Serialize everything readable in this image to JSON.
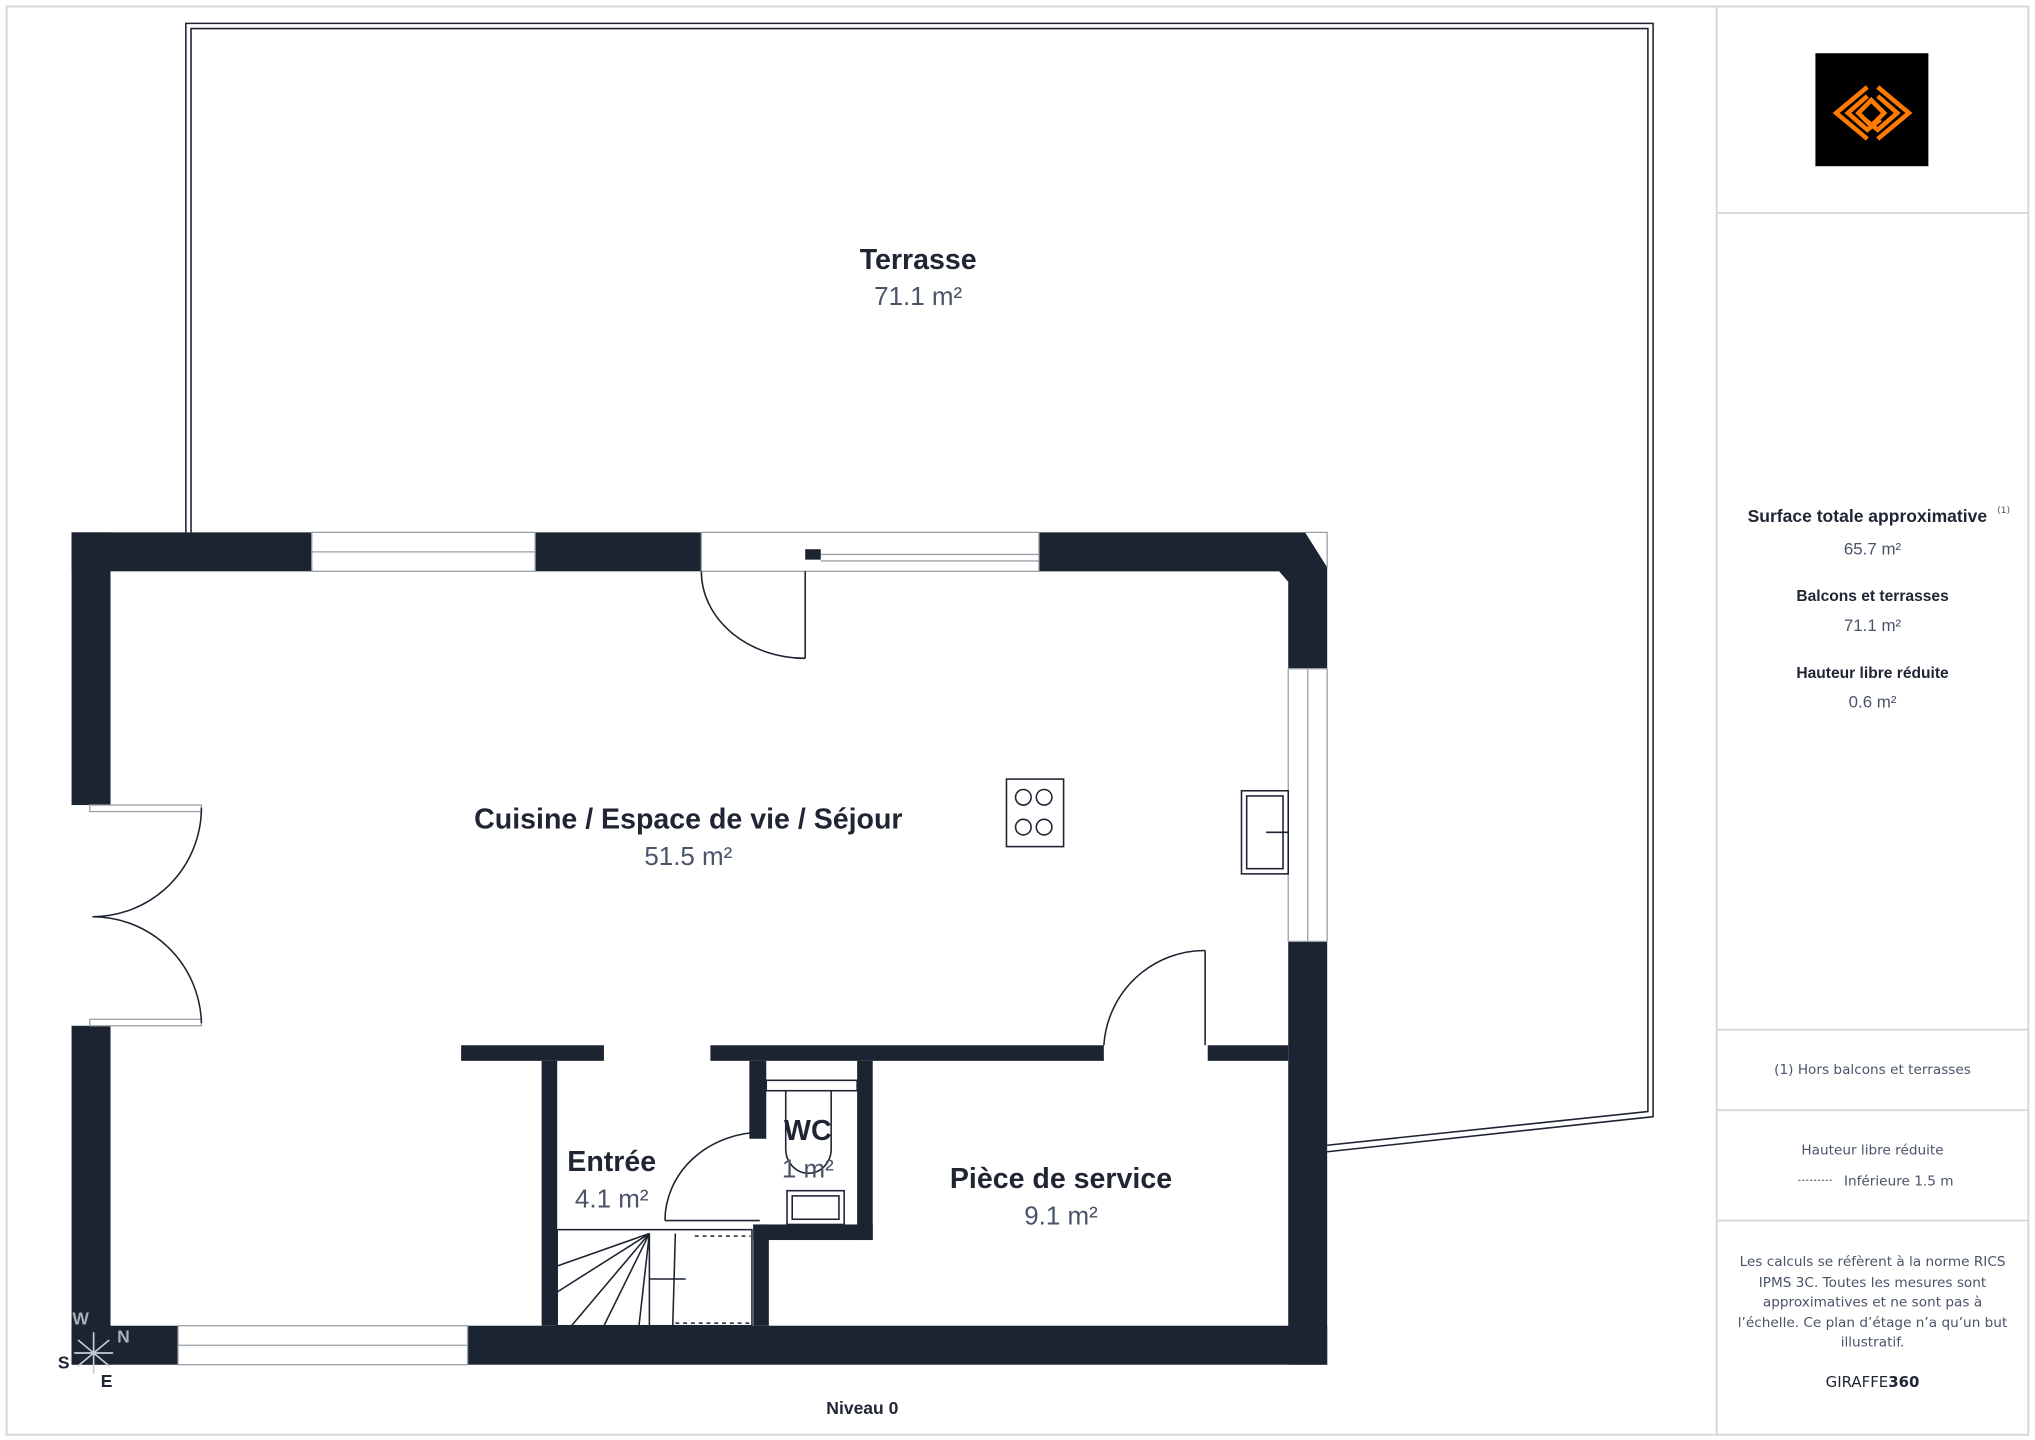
{
  "plan": {
    "level": "Niveau 0",
    "rooms": [
      {
        "name": "Terrasse",
        "area": "71.1 m²"
      },
      {
        "name": "Cuisine / Espace de vie / Séjour",
        "area": "51.5 m²"
      },
      {
        "name": "Entrée",
        "area": "4.1 m²"
      },
      {
        "name": "WC",
        "area": "1 m²"
      },
      {
        "name": "Pièce de service",
        "area": "9.1 m²"
      }
    ],
    "compass": {
      "n": "N",
      "s": "S",
      "e": "E",
      "w": "W"
    }
  },
  "sidebar": {
    "logo": "brand-logo",
    "brand_color": "#ff7a00",
    "total_label": "Surface totale approximative",
    "total_sup": "(1)",
    "total_value": "65.7 m²",
    "balcony_label": "Balcons et terrasses",
    "balcony_value": "71.1 m²",
    "height_label": "Hauteur libre réduite",
    "height_value": "0.6 m²",
    "footnote": "(1) Hors balcons et terrasses",
    "legend_title": "Hauteur libre réduite",
    "legend_item": "Inférieure 1.5 m",
    "disclaimer": [
      "Les calculs se réfèrent à la norme RICS",
      "IPMS 3C. Toutes les mesures sont",
      "approximatives et ne sont pas à",
      "l’échelle. Ce plan d’étage n’a qu’un but",
      "illustratif."
    ],
    "brand_a": "GIRAFFE",
    "brand_b": "360"
  }
}
